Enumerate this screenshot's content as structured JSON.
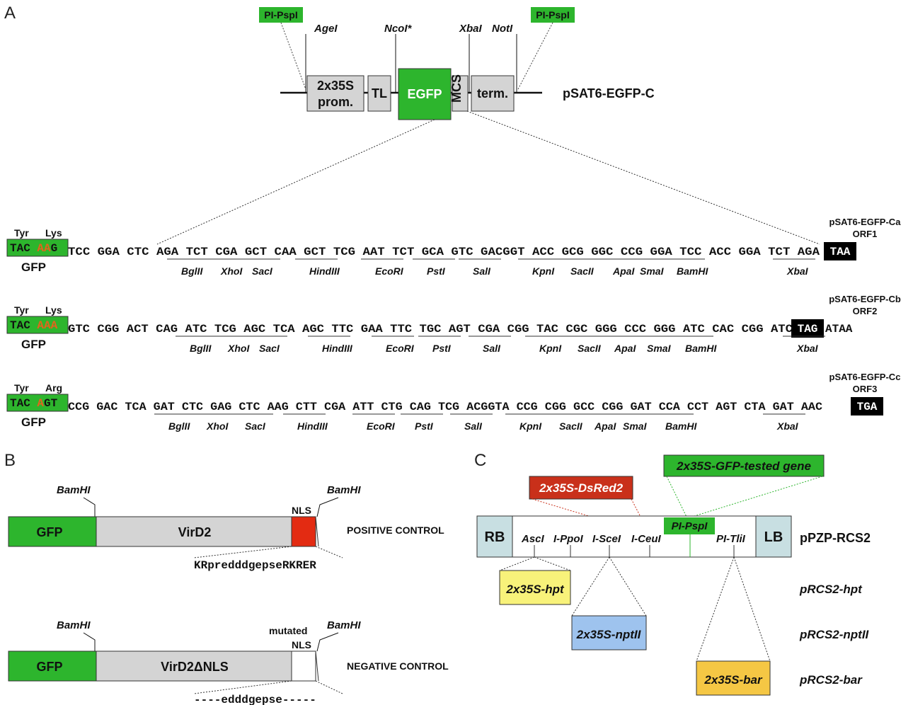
{
  "panels": {
    "a": "A",
    "b": "B",
    "c": "C"
  },
  "panelA": {
    "psp_left": "PI-PspI",
    "psp_right": "PI-PspI",
    "agel": "AgeI",
    "ncol": "NcoI*",
    "xbal": "XbaI",
    "notl": "NotI",
    "prom1": "2x35S",
    "prom2": "prom.",
    "tl": "TL",
    "egfp": "EGFP",
    "mcs": "MCS",
    "term": "term.",
    "plasmid": "pSAT6-EGFP-C"
  },
  "frames": [
    {
      "codon1": "Tyr",
      "codon2": "Lys",
      "box_a": "TAC ",
      "box_b": "AA",
      "box_c": "G",
      "seq": "TCC GGA CTC AGA TCT CGA GCT CAA GCT TCG AAT TCT GCA GTC GACGGT ACC GCG GGC CCG GGA TCC ACC GGA TCT AGA",
      "stop": "TAA",
      "after": "",
      "name": "pSAT6-EGFP-Ca",
      "orf": "ORF1",
      "gfp": "GFP",
      "sites": [
        "BglII",
        "XhoI",
        "SacI",
        "HindIII",
        "EcoRI",
        "PstI",
        "SalI",
        "KpnI",
        "SacII",
        "ApaI",
        "SmaI",
        "BamHI",
        "XbaI"
      ]
    },
    {
      "codon1": "Tyr",
      "codon2": "Lys",
      "box_a": "TAC ",
      "box_b": "AAA",
      "box_c": "",
      "seq": "GTC CGG ACT CAG ATC TCG AGC TCA AGC TTC GAA TTC TGC AGT CGA CGG TAC CGC GGG CCC GGG ATC CAC CGG ATC",
      "stop": "TAG",
      "after": "ATAA",
      "name": "pSAT6-EGFP-Cb",
      "orf": "ORF2",
      "gfp": "GFP",
      "sites": [
        "BglII",
        "XhoI",
        "SacI",
        "HindIII",
        "EcoRI",
        "PstI",
        "SalI",
        "KpnI",
        "SacII",
        "ApaI",
        "SmaI",
        "BamHI",
        "XbaI"
      ]
    },
    {
      "codon1": "Tyr",
      "codon2": "Arg",
      "box_a": "TAC ",
      "box_b": "A",
      "box_c": "GT",
      "seq": "CCG GAC TCA GAT CTC GAG CTC AAG CTT CGA ATT CTG CAG TCG ACGGTA CCG CGG GCC CGG GAT CCA CCT AGT CTA GAT AAC",
      "stop": "TGA",
      "after": "",
      "name": "pSAT6-EGFP-Cc",
      "orf": "ORF3",
      "gfp": "GFP",
      "sites": [
        "BglII",
        "XhoI",
        "SacI",
        "HindIII",
        "EcoRI",
        "PstI",
        "SalI",
        "KpnI",
        "SacII",
        "ApaI",
        "SmaI",
        "BamHI",
        "XbaI"
      ]
    }
  ],
  "panelB": {
    "pos": {
      "bam1": "BamHI",
      "bam2": "BamHI",
      "nls": "NLS",
      "gfp": "GFP",
      "vir": "VirD2",
      "label": "POSITIVE CONTROL",
      "seq": "KRpredddgepseRKRER"
    },
    "neg": {
      "bam1": "BamHI",
      "bam2": "BamHI",
      "mutated": "mutated",
      "nls": "NLS",
      "gfp": "GFP",
      "vir": "VirD2ΔNLS",
      "label": "NEGATIVE CONTROL",
      "seq": "----edddgepse-----"
    }
  },
  "panelC": {
    "gfp_gene": "2x35S-GFP-tested gene",
    "dsred": "2x35S-DsRed2",
    "psp": "PI-PspI",
    "rb": "RB",
    "lb": "LB",
    "ascl": "AscI",
    "ippol": "I-PpoI",
    "iscel": "I-SceI",
    "iceul": "I-CeuI",
    "pitlil": "PI-TliI",
    "plasmid": "pPZP-RCS2",
    "hpt": "2x35S-hpt",
    "nptll": "2x35S-nptII",
    "bar": "2x35S-bar",
    "p_hpt": "pRCS2-hpt",
    "p_nptll": "pRCS2-nptII",
    "p_bar": "pRCS2-bar"
  },
  "colors": {
    "green": "#2db52d",
    "red": "#e32b12",
    "gray": "#d4d4d4",
    "yellow": "#f8f27a",
    "blue": "#9ec3ee",
    "orange": "#f5c744",
    "lightblue": "#c8dfe2",
    "codon": "#e3641c"
  }
}
